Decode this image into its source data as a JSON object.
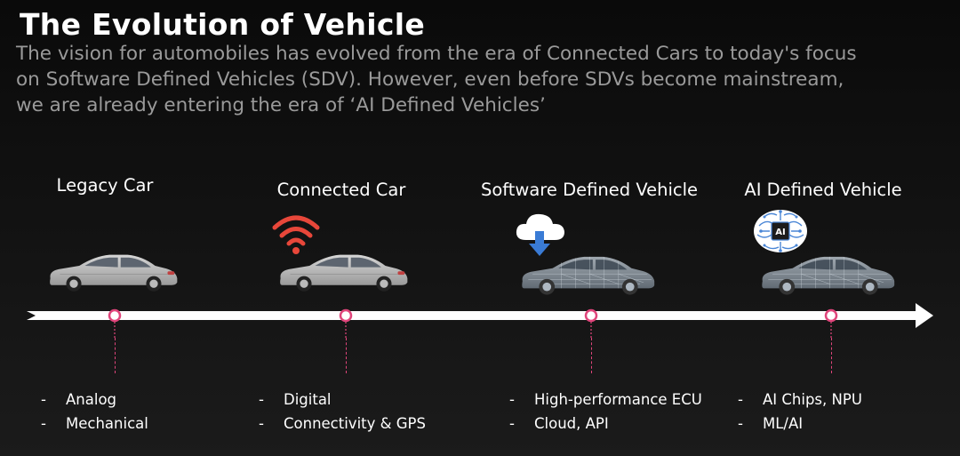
{
  "title": "The Evolution of Vehicle",
  "subtitle": {
    "line1": "The vision for automobiles has evolved from the era of Connected Cars to today's focus",
    "line2": "on Software Defined Vehicles (SDV). However, even before SDVs become mainstream,",
    "line3": "we are already entering the era of ‘AI Defined Vehicles’"
  },
  "colors": {
    "accent": "#e0457b",
    "timeline": "#ffffff",
    "wifi": "#e8473a",
    "cloud_arrow": "#3a7bd5",
    "subtitle": "#9a9a9a"
  },
  "stages": [
    {
      "label": "Legacy Car",
      "icon": "none",
      "bullets": [
        {
          "dash": "-",
          "text": "Analog"
        },
        {
          "dash": "-",
          "text": "Mechanical"
        }
      ]
    },
    {
      "label": "Connected Car",
      "icon": "wifi-icon",
      "bullets": [
        {
          "dash": "-",
          "text": "Digital"
        },
        {
          "dash": "-",
          "text": "Connectivity & GPS"
        }
      ]
    },
    {
      "label": "Software Defined Vehicle",
      "icon": "cloud-download-icon",
      "bullets": [
        {
          "dash": "-",
          "text": "High-performance ECU"
        },
        {
          "dash": "-",
          "text": "Cloud, API"
        }
      ]
    },
    {
      "label": "AI Defined Vehicle",
      "icon": "ai-brain-icon",
      "ai_chip_label": "AI",
      "bullets": [
        {
          "dash": "-",
          "text": "AI Chips, NPU"
        },
        {
          "dash": "-",
          "text": "ML/AI"
        }
      ]
    }
  ]
}
